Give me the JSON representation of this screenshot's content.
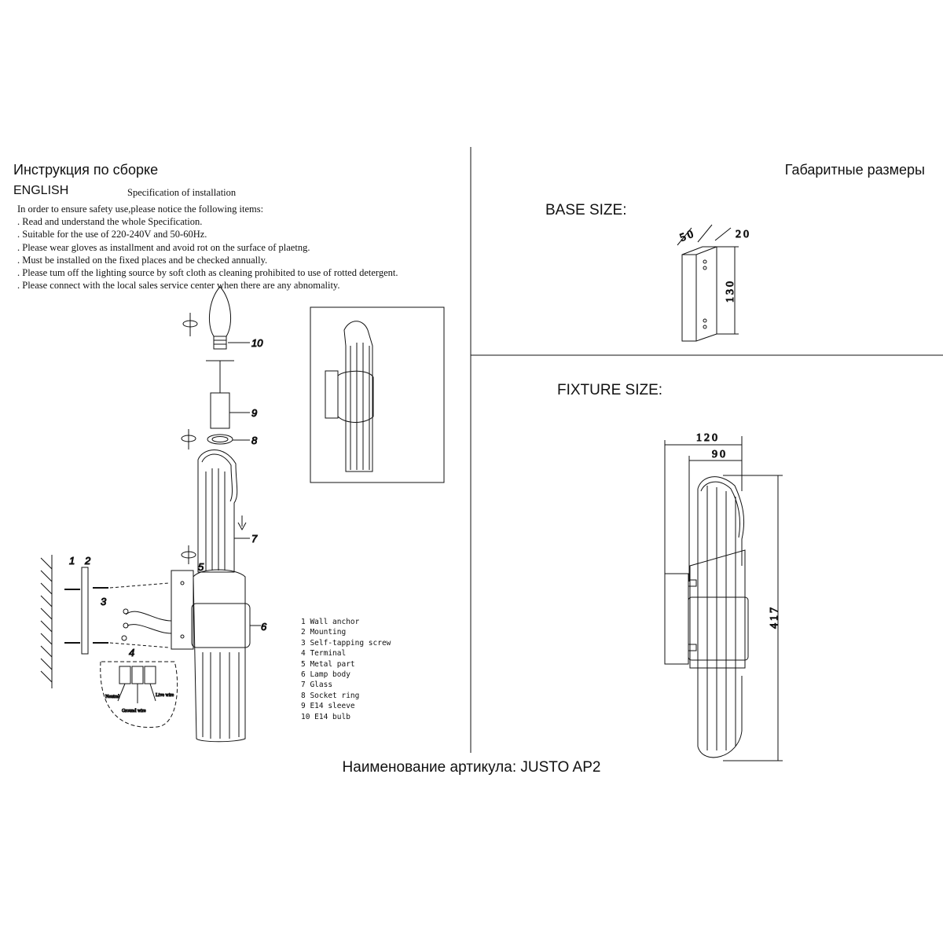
{
  "header": {
    "title_ru": "Инструкция по сборке",
    "dimensions_title_ru": "Габаритные размеры"
  },
  "instructions": {
    "language_label": "ENGLISH",
    "spec_heading": "Specification of installation",
    "lines": [
      "In order to ensure safety use,please notice the following items:",
      ". Read and understand the whole Specification.",
      ". Suitable for the use of 220-240V and 50-60Hz.",
      ". Please wear gloves as installment and avoid rot on the surface of plaetng.",
      ". Must be installed on the fixed places and be checked annually.",
      ". Please tum off the lighting source by soft cloth as cleaning prohibited to use of rotted detergent.",
      ". Please connect with the local sales service center when there are any abnomality."
    ]
  },
  "parts": [
    "1 Wall anchor",
    "2 Mounting",
    "3 Self-tapping screw",
    "4 Terminal",
    "5 Metal part",
    "6 Lamp body",
    "7 Glass",
    "8 Socket ring",
    "9 E14 sleeve",
    "10 E14 bulb"
  ],
  "callouts": [
    "1",
    "2",
    "3",
    "4",
    "5",
    "6",
    "7",
    "8",
    "9",
    "10"
  ],
  "wiring_labels": {
    "neutral": "Neutral",
    "ground_wire": "Ground wire",
    "live_wire": "Live wire"
  },
  "base_size": {
    "label": "BASE SIZE:",
    "depth": "50",
    "width": "20",
    "height": "130"
  },
  "fixture_size": {
    "label": "FIXTURE SIZE:",
    "total_depth": "120",
    "body_depth": "90",
    "height": "417"
  },
  "footer": {
    "article_name": "Наименование артикула: JUSTO AP2"
  }
}
